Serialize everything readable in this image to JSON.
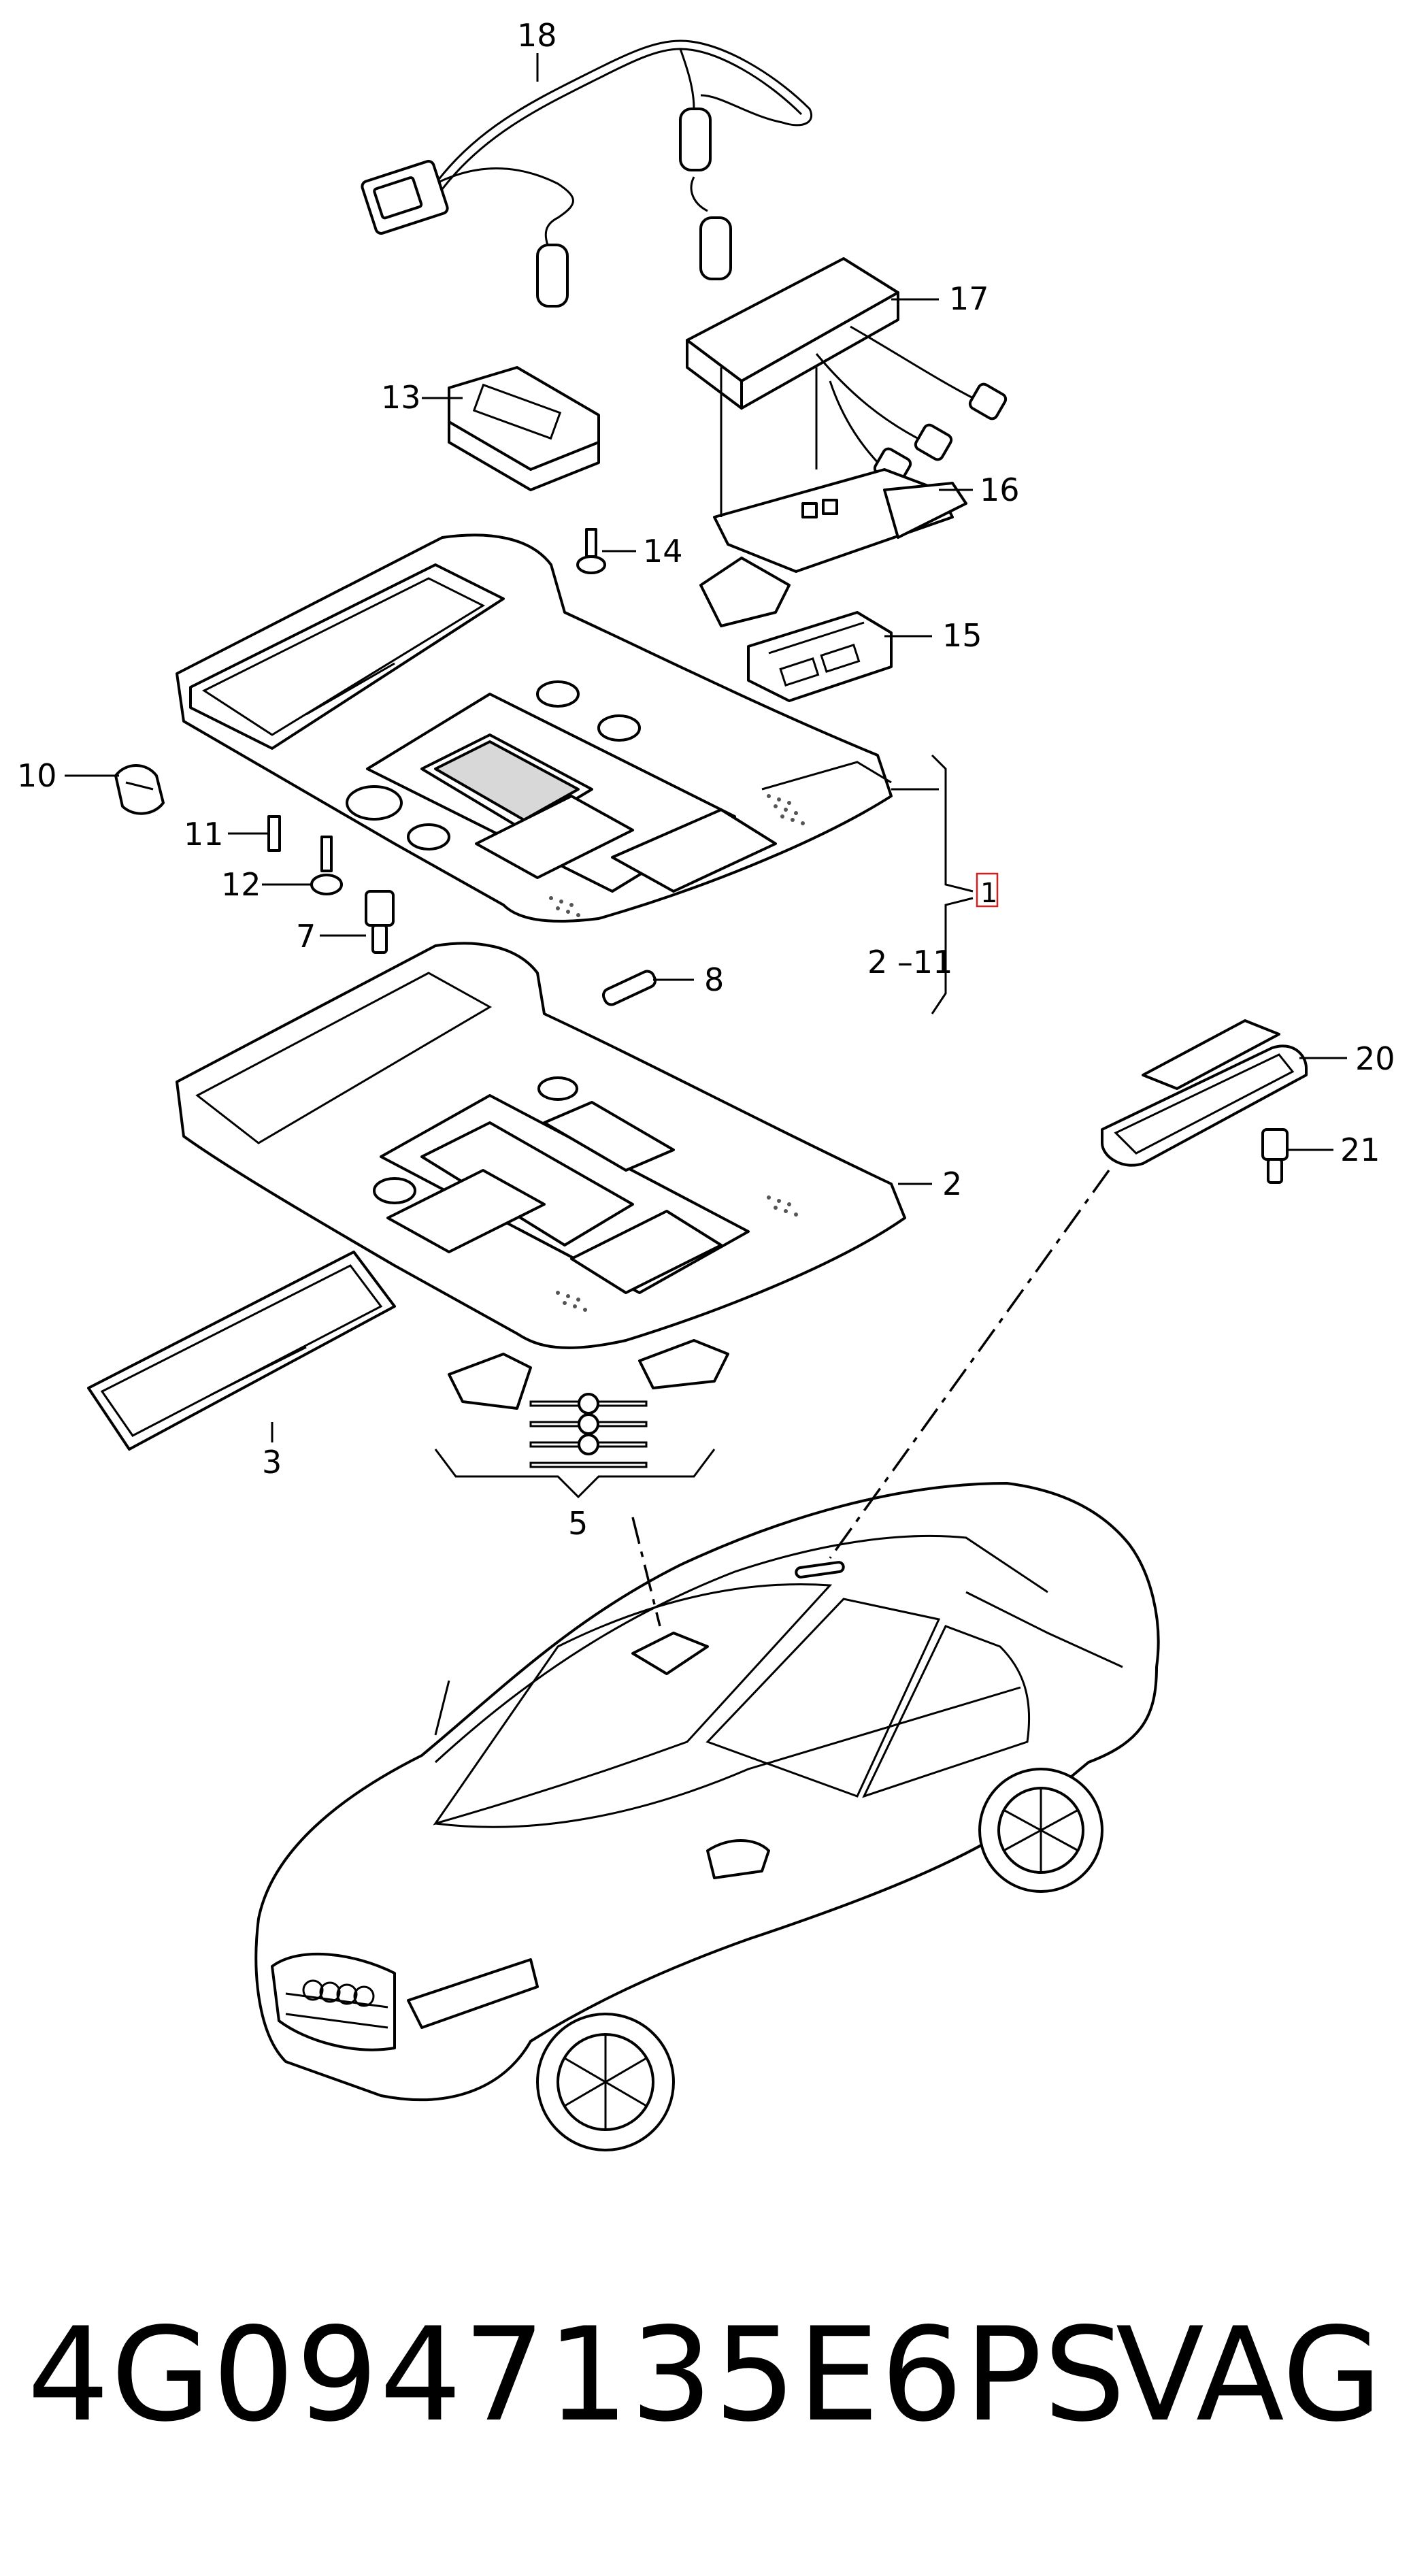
{
  "callouts": {
    "c1": "1",
    "c2": "2",
    "c2_11": "2 –11",
    "c3": "3",
    "c5": "5",
    "c7": "7",
    "c8": "8",
    "c10": "10",
    "c11": "11",
    "c12": "12",
    "c13": "13",
    "c14": "14",
    "c15": "15",
    "c16": "16",
    "c17": "17",
    "c18": "18",
    "c20": "20",
    "c21": "21"
  },
  "footer": {
    "part_number": "4G0947135E6PS",
    "brand": "VAG"
  },
  "colors": {
    "line": "#000000",
    "background": "#ffffff",
    "highlight_box": "#d22020"
  }
}
